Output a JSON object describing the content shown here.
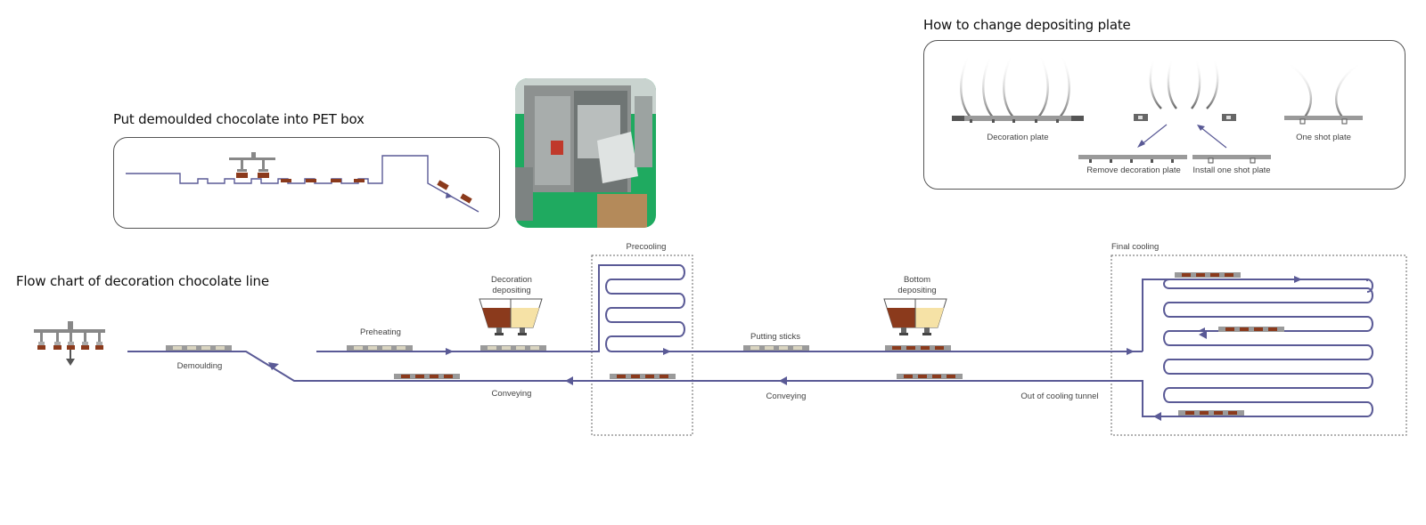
{
  "headings": {
    "pet_box": "Put demoulded chocolate into PET box",
    "depositing_plate": "How to change depositing plate",
    "flow_chart": "Flow chart of decoration chocolate line"
  },
  "plate_labels": {
    "decoration_plate": "Decoration plate",
    "one_shot_plate": "One shot plate",
    "remove_decoration_plate": "Remove decoration plate",
    "install_one_shot_plate": "Install one shot plate"
  },
  "flow_labels": {
    "precooling": "Precooling",
    "final_cooling": "Final cooling",
    "demoulding": "Demoulding",
    "preheating": "Preheating",
    "decoration_depositing": [
      "Decoration",
      "depositing"
    ],
    "bottom_depositing": [
      "Bottom",
      "depositing"
    ],
    "putting_sticks": "Putting sticks",
    "conveying_left": "Conveying",
    "conveying_right": "Conveying",
    "out_of_cooling_tunnel": "Out of cooling tunnel"
  },
  "colors": {
    "line": "#5a5a96",
    "chocolate": "#8b3a1c",
    "cream": "#f6e2a6",
    "plate": "#9a9a9a",
    "photo_floor": "#1faa60"
  }
}
